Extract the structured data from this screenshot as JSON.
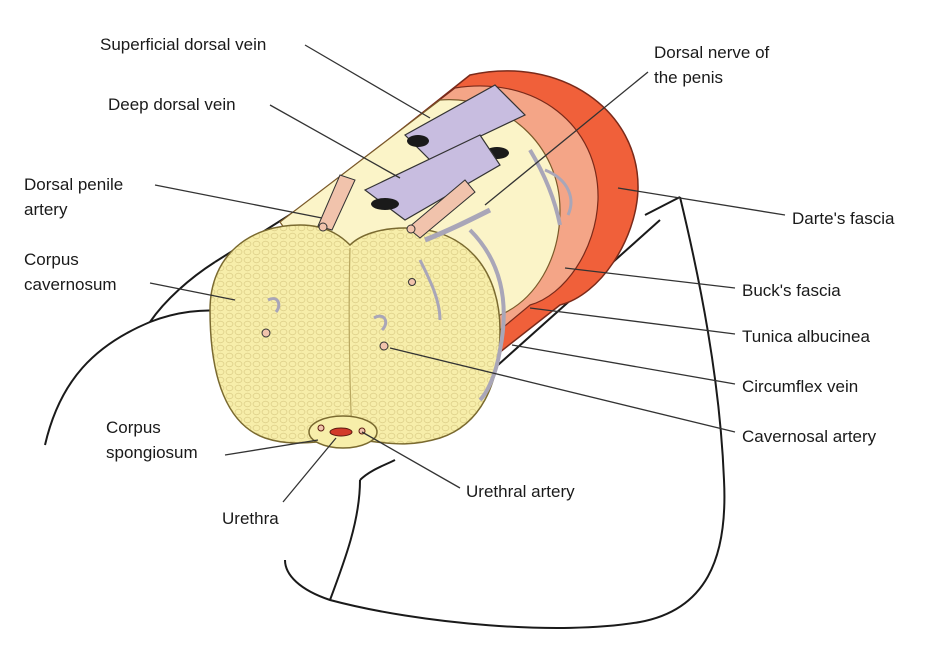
{
  "labels": {
    "superficial_dorsal_vein": "Superficial dorsal vein",
    "deep_dorsal_vein": "Deep dorsal vein",
    "dorsal_penile_artery_1": "Dorsal penile",
    "dorsal_penile_artery_2": "artery",
    "corpus_cavernosum_1": "Corpus",
    "corpus_cavernosum_2": "cavernosum",
    "corpus_spongiosum_1": "Corpus",
    "corpus_spongiosum_2": "spongiosum",
    "urethra": "Urethra",
    "dorsal_nerve_1": "Dorsal nerve of",
    "dorsal_nerve_2": "the penis",
    "dartos_fascia": "Darte's fascia",
    "bucks_fascia": "Buck's fascia",
    "tunica_albucinea": "Tunica albucinea",
    "circumflex_vein": "Circumflex vein",
    "cavernosal_artery": "Cavernosal artery",
    "urethral_artery": "Urethral artery"
  },
  "colors": {
    "dartos": "#f0603a",
    "bucks": "#f4a587",
    "tunica": "#fbf4c8",
    "erectile": "#f7eeaa",
    "vein": "#c8bde0",
    "artery": "#f1c3ac",
    "nerve": "#a9a6b8",
    "urethra_lumen": "#d23a2a"
  }
}
